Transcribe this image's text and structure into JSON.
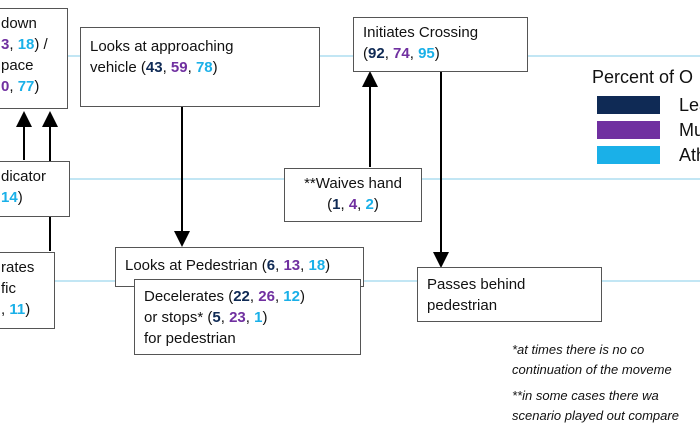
{
  "colors": {
    "leading": "#0f2a55",
    "middle": "#7030a0",
    "athletic": "#1ab0e8",
    "connector": "#9ed7ee",
    "arrow": "#000000"
  },
  "boxes": {
    "slows": {
      "line1": "down",
      "nums1": [
        "",
        "3",
        "18"
      ],
      "sep1": ") /",
      "line2": "pace",
      "nums2": [
        "",
        "0",
        "77"
      ],
      "tail2": ")"
    },
    "indicator": {
      "line1": "dicator",
      "nums": [
        "",
        "",
        "14"
      ],
      "tail": ")"
    },
    "accelerates": {
      "line1": "rates",
      "line2": "fic",
      "nums": [
        "",
        "",
        "11"
      ],
      "tail": ")"
    },
    "looks_vehicle": {
      "line1": "Looks at approaching",
      "line2": "vehicle",
      "nums": [
        "43",
        "59",
        "78"
      ]
    },
    "initiates": {
      "line1": "Initiates Crossing",
      "nums": [
        "92",
        "74",
        "95"
      ]
    },
    "waves": {
      "line1": "**Waives hand",
      "nums": [
        "1",
        "4",
        "2"
      ]
    },
    "looks_ped": {
      "line1": "Looks at Pedestrian",
      "nums": [
        "6",
        "13",
        "18"
      ]
    },
    "decelerates": {
      "line1": "Decelerates",
      "nums1": [
        "22",
        "26",
        "12"
      ],
      "line2": "or stops*",
      "nums2": [
        "5",
        "23",
        "1"
      ],
      "line3": "for pedestrian"
    },
    "passes": {
      "line1": "Passes behind",
      "line2": "pedestrian"
    }
  },
  "legend": {
    "title": "Percent of O",
    "items": [
      {
        "label": "Lea",
        "color": "#0f2a55"
      },
      {
        "label": "Mu",
        "color": "#7030a0"
      },
      {
        "label": "Ath",
        "color": "#1ab0e8"
      }
    ]
  },
  "notes": [
    "*at times there is no co",
    "continuation of the moveme",
    "**in some cases there wa",
    "scenario played out compare"
  ]
}
